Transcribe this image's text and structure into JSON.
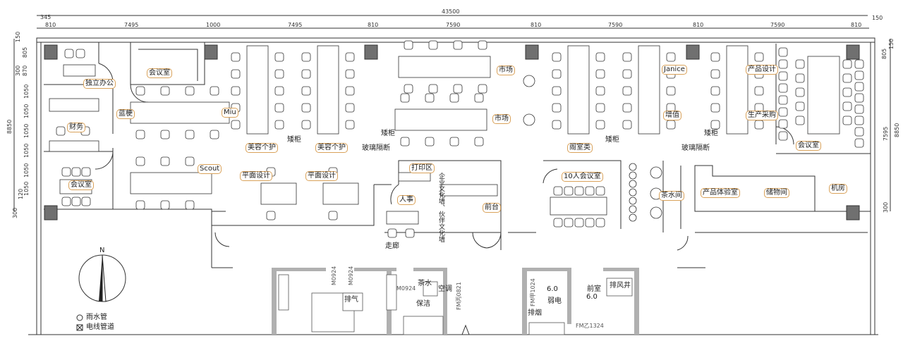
{
  "dimensions": {
    "total": "43500",
    "top": [
      "345",
      "810",
      "7495",
      "1000",
      "7495",
      "810",
      "7590",
      "810",
      "7590",
      "810",
      "7590",
      "810",
      "150"
    ],
    "left": [
      "150",
      "805",
      "300",
      "870",
      "1050",
      "1050",
      "1050",
      "1050",
      "1050",
      "1050",
      "120",
      "300",
      "8850"
    ],
    "right": [
      "150",
      "805",
      "7595",
      "8850",
      "300"
    ]
  },
  "rooms": {
    "independent_office": "独立办公",
    "meeting_room_1": "会议室",
    "blue_team": "蓝梗",
    "miu": "Miu",
    "finance": "财务",
    "scout": "Scout",
    "meeting_room_2": "会议室",
    "beauty_1": "美容个护",
    "beauty_2": "美容个护",
    "low_cabinet_1": "矮柜",
    "low_cabinet_2": "矮柜",
    "glass_partition_1": "玻璃隔断",
    "market_1": "市场",
    "market_2": "市场",
    "pavilion": "阁室类",
    "low_cabinet_3": "矮柜",
    "low_cabinet_4": "矮柜",
    "glass_partition_2": "玻璃隔断",
    "janice": "Janice",
    "increment": "增值",
    "product_design": "产品设计",
    "production_purchase": "生产采购",
    "meeting_room_3": "会议室",
    "graphic_design_1": "平面设计",
    "graphic_design_2": "平面设计",
    "print_area": "打印区",
    "hr": "人事",
    "culture_wall": "企业文化墙、伙伴文化墙",
    "reception": "前台",
    "meeting_room_10": "10人会议室",
    "tea_room": "茶水间",
    "product_experience": "产品体验室",
    "storage": "储物间",
    "server_room": "机房",
    "corridor": "走廊"
  },
  "core": {
    "m0924_a": "M0924",
    "m0924_b": "M0924",
    "exhaust": "排气",
    "m0924_c": "M0924",
    "tea_water": "茶水",
    "ac": "空调",
    "cleaning": "保洁",
    "fm_c0821": "FM丙0821",
    "fm_a1024": "FM甲1024",
    "area_1": "6.0",
    "weak_current": "弱电",
    "smoke": "排烟",
    "anteroom": "前室",
    "area_2": "6.0",
    "exhaust_shaft": "排风井",
    "fm_b1324": "FM乙1324"
  },
  "compass": {
    "north": "N"
  },
  "legend": {
    "rain_pipe": "雨水管",
    "cable_duct": "电线管道"
  },
  "colors": {
    "tag_border": "#d9a25a",
    "column": "#707070",
    "core_wall": "#b0b0b0",
    "line": "#333333"
  }
}
